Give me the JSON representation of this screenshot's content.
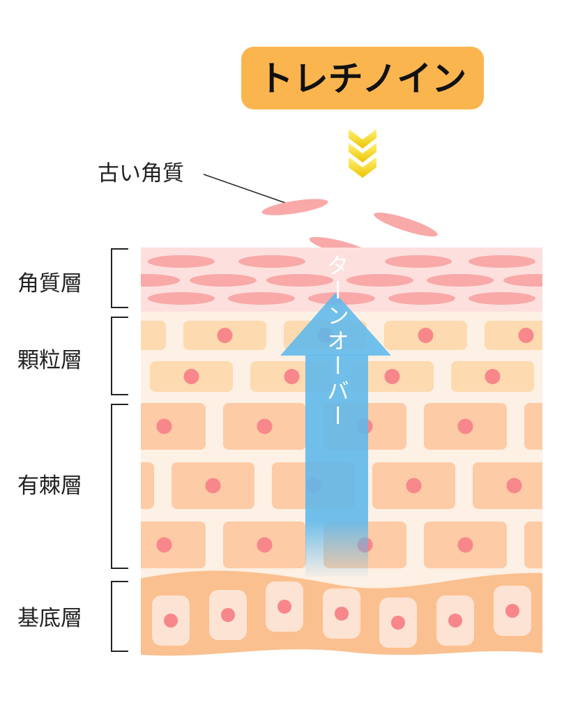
{
  "title": "トレチノイン",
  "old_stratum_label": "古い角質",
  "arrow_label": "ターンオーバー",
  "layers": [
    {
      "name": "角質層"
    },
    {
      "name": "顆粒層"
    },
    {
      "name": "有棘層"
    },
    {
      "name": "基底層"
    }
  ],
  "colors": {
    "title_bg": "#FBB54F",
    "arrow": "#5DB8EC",
    "corneum_bg": "#FDE0DE",
    "corneum_cell": "#F8A9A8",
    "granular_bg": "#FDF0E4",
    "granular_cell": "#FDDAB0",
    "spinous_cell": "#FDCBA6",
    "basal_bg": "#FBC08F",
    "basal_cell": "#FDE3D3",
    "nucleus": "#F7878A",
    "chevron": "#F5D90A"
  }
}
